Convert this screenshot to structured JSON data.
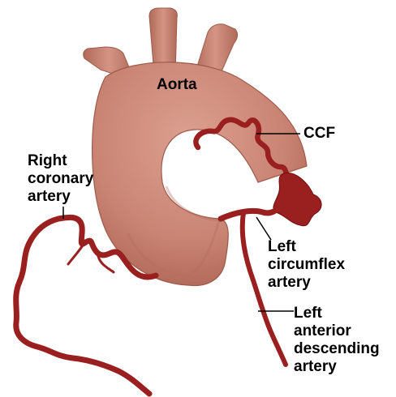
{
  "colors": {
    "aorta_fill": "#c98373",
    "aorta_shade": "#a8604f",
    "artery": "#9a1f1f",
    "artery_dark": "#6e0f10",
    "label_text": "#000000",
    "leader_line": "#000000"
  },
  "labels": {
    "aorta": "Aorta",
    "ccf": "CCF",
    "right_coronary": [
      "Right",
      "coronary",
      "artery"
    ],
    "left_circumflex": [
      "Left",
      "circumflex",
      "artery"
    ],
    "left_anterior_descending": [
      "Left",
      "anterior",
      "descending",
      "artery"
    ]
  }
}
